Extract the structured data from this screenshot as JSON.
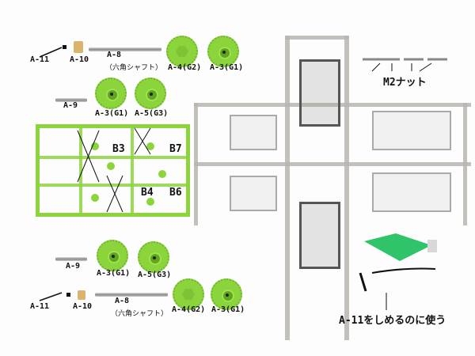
{
  "top_set": {
    "a11": "A-11",
    "a10": "A-10",
    "a8": "A-8",
    "a8_note": "（六角シャフト）",
    "a4": "A-4(G2)",
    "a3_right": "A-3(G1)",
    "a9": "A-9",
    "a3_left": "A-3(G1)",
    "a5": "A-5(G3)"
  },
  "green_runner": {
    "b3": "B3",
    "b7": "B7",
    "b4": "B4",
    "b6": "B6"
  },
  "nuts": {
    "label": "M2ナット"
  },
  "bottom_set": {
    "a9": "A-9",
    "a3_left": "A-3(G1)",
    "a5": "A-5(G3)",
    "a11": "A-11",
    "a10": "A-10",
    "a8": "A-8",
    "a8_note": "（六角シャフト）",
    "a4": "A-4(G2)",
    "a3_right": "A-3(G1)"
  },
  "wrench": {
    "label": "A-11をしめるのに使う"
  },
  "colors": {
    "gear_green": "#8cd43c",
    "grease_green": "#2fc46a"
  }
}
